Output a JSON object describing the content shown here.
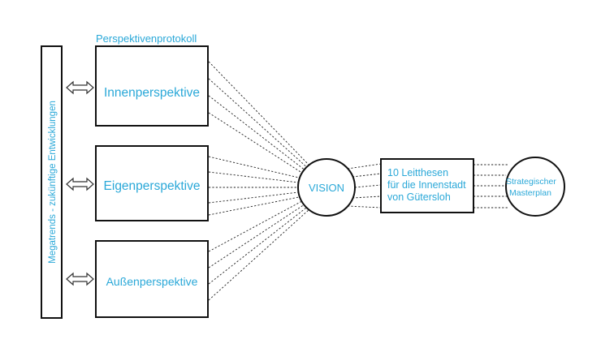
{
  "diagram": {
    "header_label": "Perspektivenprotokoll",
    "sidebar_label": "Megatrends - zukünftige Entwicklungen",
    "perspectives": [
      {
        "label": "Innenperspektive"
      },
      {
        "label": "Eigenperspektive"
      },
      {
        "label": "Außenperspektive"
      }
    ],
    "vision_label": "VISION",
    "theses_lines": [
      "10 Leitthesen",
      "für die Innenstadt",
      "von Gütersloh"
    ],
    "masterplan_lines": [
      "Strategischer",
      "Masterplan"
    ],
    "colors": {
      "label_color": "#2aa8d8",
      "line_color": "#111111",
      "background": "#ffffff"
    }
  }
}
